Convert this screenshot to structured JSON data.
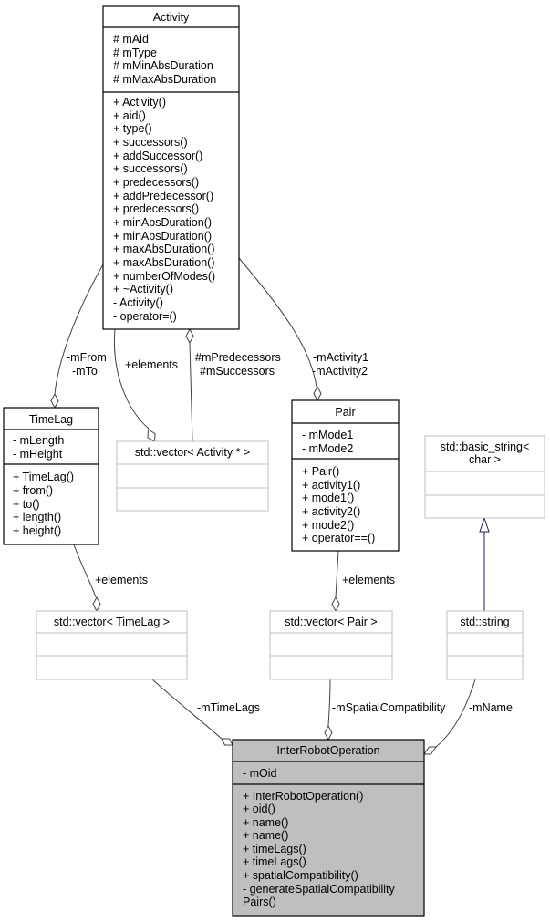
{
  "classes": {
    "activity": {
      "name": "Activity",
      "attributes": [
        "# mAid",
        "# mType",
        "# mMinAbsDuration",
        "# mMaxAbsDuration"
      ],
      "methods": [
        "+ Activity()",
        "+ aid()",
        "+ type()",
        "+ successors()",
        "+ addSuccessor()",
        "+ successors()",
        "+ predecessors()",
        "+ addPredecessor()",
        "+ predecessors()",
        "+ minAbsDuration()",
        "+ minAbsDuration()",
        "+ maxAbsDuration()",
        "+ maxAbsDuration()",
        "+ numberOfModes()",
        "+ ~Activity()",
        "- Activity()",
        "- operator=()"
      ]
    },
    "timelag": {
      "name": "TimeLag",
      "attributes": [
        "- mLength",
        "- mHeight"
      ],
      "methods": [
        "+ TimeLag()",
        "+ from()",
        "+ to()",
        "+ length()",
        "+ height()"
      ]
    },
    "vector_activity": {
      "name": "std::vector< Activity * >"
    },
    "pair": {
      "name": "Pair",
      "attributes": [
        "- mMode1",
        "- mMode2"
      ],
      "methods": [
        "+ Pair()",
        "+ activity1()",
        "+ mode1()",
        "+ activity2()",
        "+ mode2()",
        "+ operator==()"
      ]
    },
    "basic_string": {
      "name_lines": [
        "std::basic_string<",
        "char >"
      ]
    },
    "vector_timelag": {
      "name": "std::vector< TimeLag >"
    },
    "vector_pair": {
      "name": "std::vector< Pair >"
    },
    "string": {
      "name": "std::string"
    },
    "inter_robot_operation": {
      "name": "InterRobotOperation",
      "attributes": [
        "- mOid"
      ],
      "methods": [
        "+ InterRobotOperation()",
        "+ oid()",
        "+ name()",
        "+ name()",
        "+ timeLags()",
        "+ timeLags()",
        "+ spatialCompatibility()",
        "- generateSpatialCompatibility",
        "Pairs()"
      ]
    }
  },
  "edge_labels": {
    "from_to": [
      "-mFrom",
      "-mTo"
    ],
    "elements_activity": "+elements",
    "pred_succ": [
      "#mPredecessors",
      "#mSuccessors"
    ],
    "activity12": [
      "-mActivity1",
      "-mActivity2"
    ],
    "elements_timelag": "+elements",
    "elements_pair": "+elements",
    "time_lags": "-mTimeLags",
    "spatial_compat": "-mSpatialCompatibility",
    "name": "-mName"
  }
}
